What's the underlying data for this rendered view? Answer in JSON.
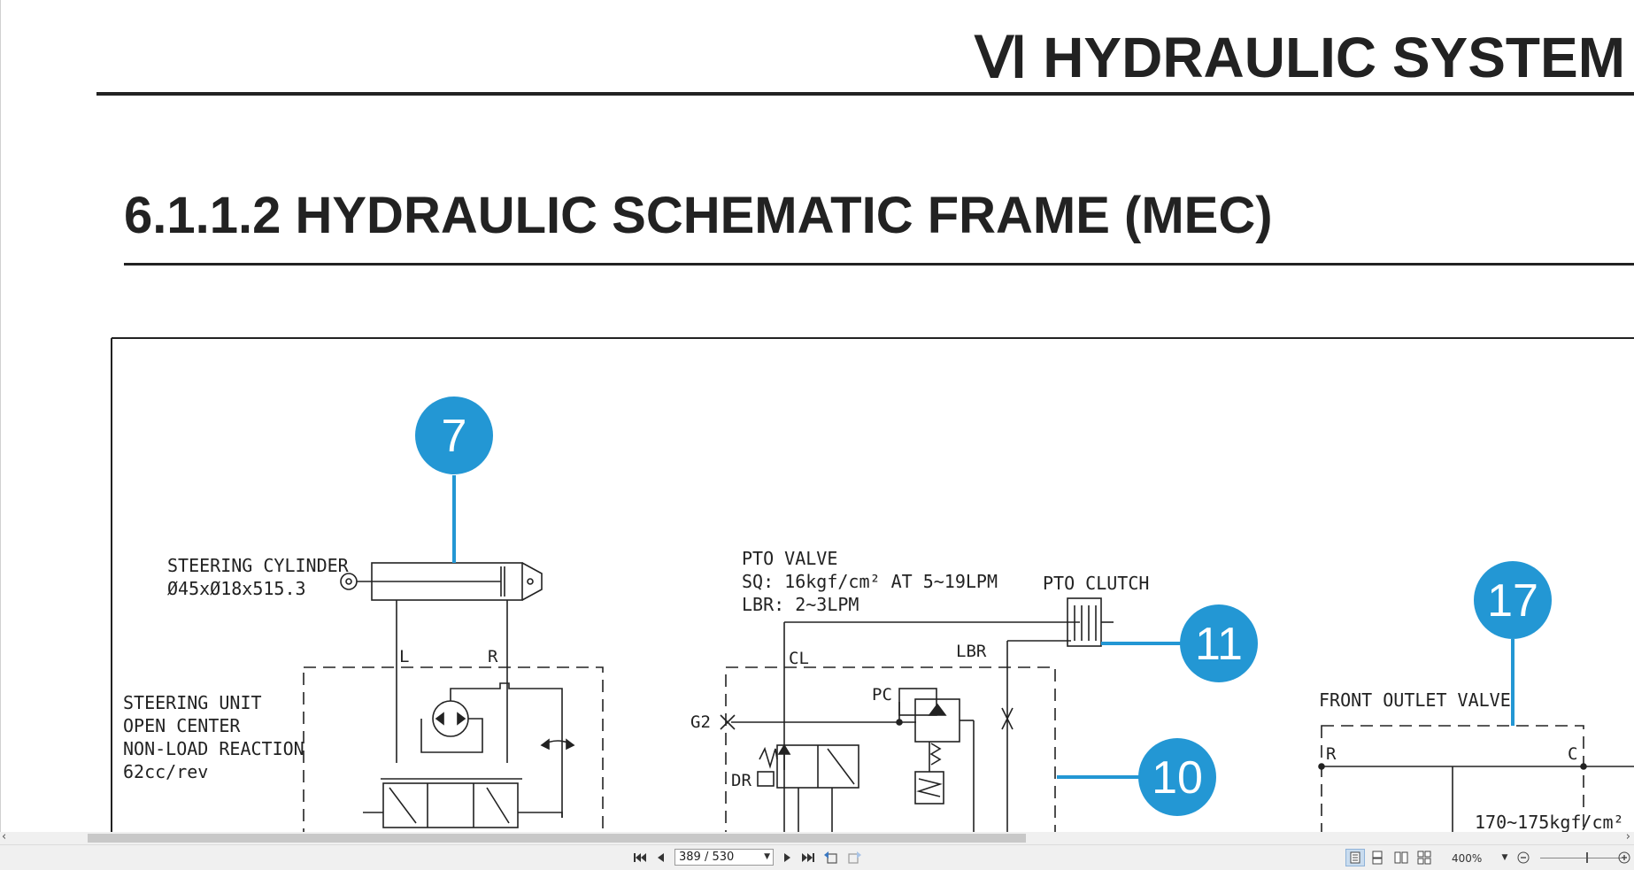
{
  "document": {
    "chapter_title": "Ⅵ HYDRAULIC SYSTEM",
    "section_title": "6.1.1.2 HYDRAULIC SCHEMATIC FRAME (MEC)"
  },
  "schematic": {
    "callouts": [
      {
        "number": "7"
      },
      {
        "number": "11"
      },
      {
        "number": "10"
      },
      {
        "number": "17"
      }
    ],
    "labels": {
      "steering_cylinder": "STEERING CYLINDER",
      "steering_cylinder_spec": "Ø45xØ18x515.3",
      "port_l": "L",
      "port_r": "R",
      "steering_unit_1": "STEERING UNIT",
      "steering_unit_2": "OPEN CENTER",
      "steering_unit_3": "NON-LOAD REACTION",
      "steering_unit_4": "62cc/rev",
      "pto_valve": "PTO VALVE",
      "pto_valve_sq": "SQ: 16kgf/cm² AT 5~19LPM",
      "pto_valve_lbr": "LBR: 2~3LPM",
      "pto_clutch": "PTO CLUTCH",
      "port_cl": "CL",
      "port_lbr": "LBR",
      "port_pc": "PC",
      "port_g2": "G2",
      "port_dr": "DR",
      "front_outlet_valve": "FRONT OUTLET VALVE",
      "fov_port_r": "R",
      "fov_port_c": "C",
      "fov_pressure": "170~175kgf/cm²"
    },
    "colors": {
      "callout": "#2397d4",
      "line": "#222222"
    }
  },
  "viewer": {
    "page_indicator": "389 / 530",
    "zoom_level": "400%",
    "icons": {
      "first_page": "first-page-icon",
      "prev_page": "prev-page-icon",
      "next_page": "next-page-icon",
      "last_page": "last-page-icon",
      "prev_view": "prev-view-icon",
      "next_view": "next-view-icon",
      "single_page": "single-page-icon",
      "continuous": "continuous-icon",
      "facing": "facing-icon",
      "facing_continuous": "facing-continuous-icon",
      "zoom_out": "zoom-out-icon",
      "zoom_in": "zoom-in-icon"
    }
  }
}
